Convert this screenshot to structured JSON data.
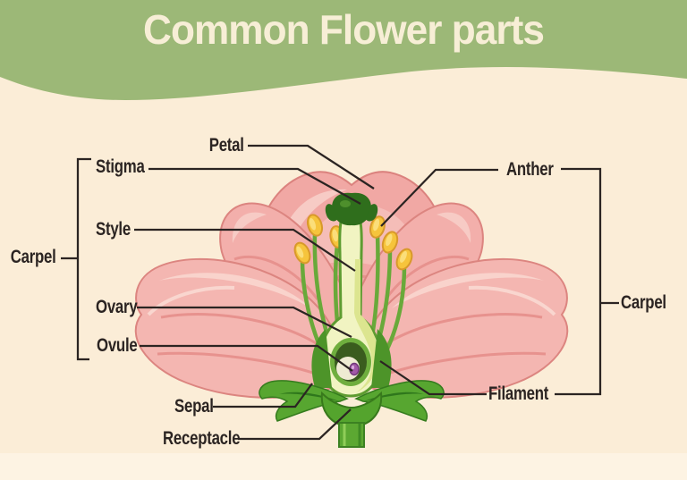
{
  "header": {
    "title": "Common Flower parts"
  },
  "diagram": {
    "labels": {
      "petal": "Petal",
      "stigma": "Stigma",
      "style": "Style",
      "ovary": "Ovary",
      "ovule": "Ovule",
      "sepal": "Sepal",
      "receptacle": "Receptacle",
      "anther": "Anther",
      "filament": "Filament",
      "carpel_left": "Carpel",
      "carpel_right": "Carpel"
    }
  },
  "colors": {
    "header_green": "#9cb877",
    "background_cream": "#fbedd7",
    "title_cream": "#f7eed6",
    "label_text": "#2b2422",
    "leader_line": "#2b2422",
    "petal_pink": "#f3b0ab",
    "petal_highlight": "#f8cdc7",
    "petal_outline": "#dc8580",
    "stem_green": "#5ca832",
    "pistil_cream": "#f1f4c2",
    "anther_yellow": "#f6c43c",
    "ovule_purple": "#a258a8"
  }
}
